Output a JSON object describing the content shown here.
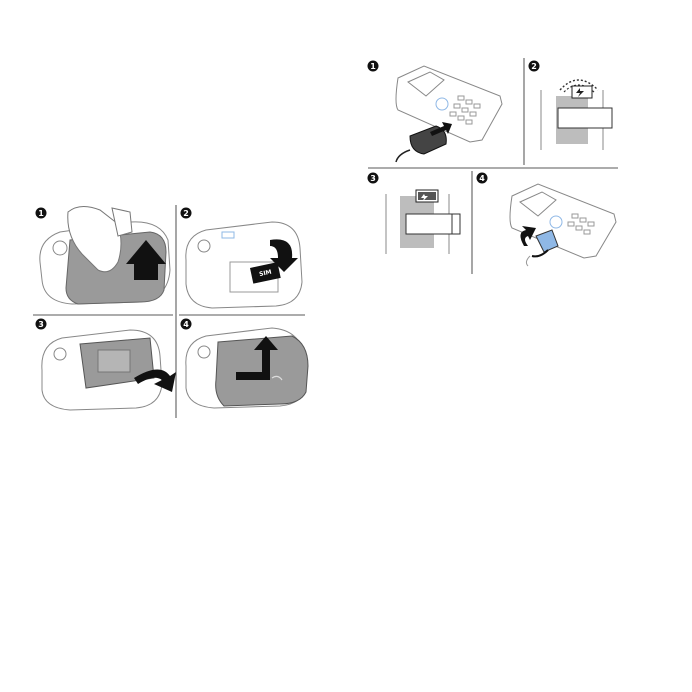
{
  "left_figure": {
    "steps": [
      {
        "number": "1",
        "description": "remove battery cover"
      },
      {
        "number": "2",
        "description": "insert SIM card"
      },
      {
        "number": "3",
        "description": "insert battery"
      },
      {
        "number": "4",
        "description": "replace battery cover"
      }
    ],
    "sim_label": "SIM"
  },
  "right_figure": {
    "steps": [
      {
        "number": "1",
        "description": "connect charger"
      },
      {
        "number": "2",
        "description": "charging icon on screen"
      },
      {
        "number": "3",
        "description": "battery full icon"
      },
      {
        "number": "4",
        "description": "remove charger"
      }
    ]
  },
  "colors": {
    "line": "#7a7a7a",
    "dark": "#1a1a1a",
    "cover_gray": "#9a9a9a",
    "panel_gray": "#bdbdbd",
    "accent_blue": "#8fb8e6"
  }
}
